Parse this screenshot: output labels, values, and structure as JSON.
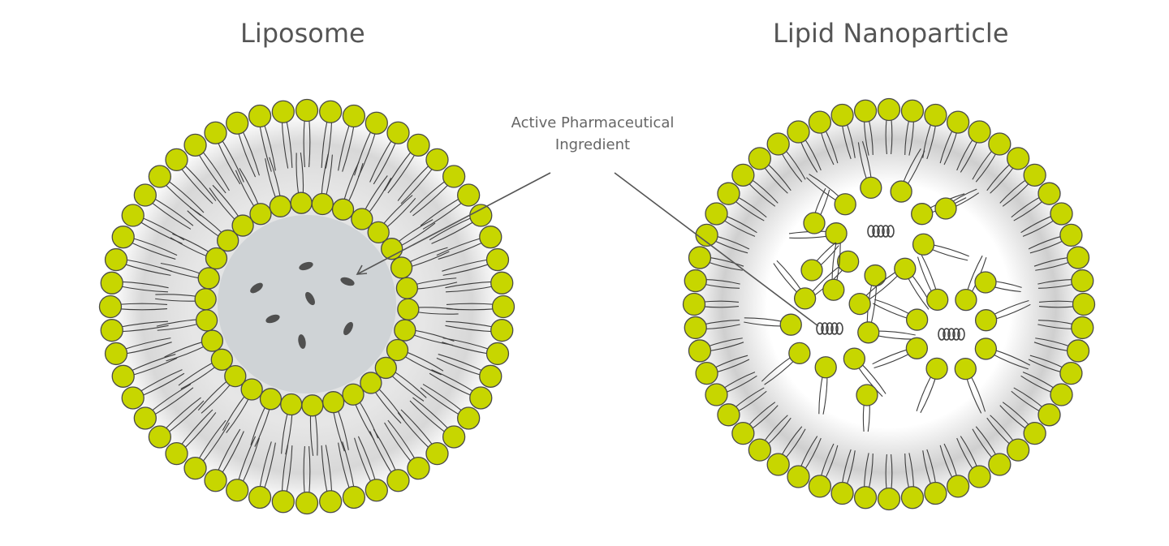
{
  "titles": {
    "left": "Liposome",
    "right": "Lipid Nanoparticle"
  },
  "annotation": {
    "line1": "Active Pharmaceutical",
    "line2": "Ingredient"
  },
  "colors": {
    "lipid_head": "#c7d600",
    "lipid_outline": "#4a4a4a",
    "tail": "#3d3d3d",
    "core": "#cfd3d6",
    "payload": "#505050",
    "leader": "#555555"
  }
}
